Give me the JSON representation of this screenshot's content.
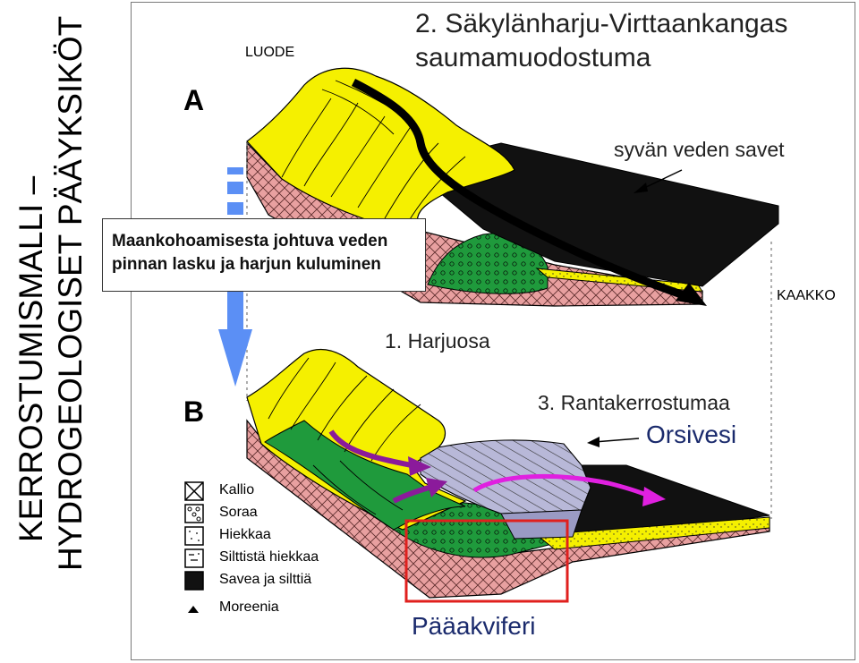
{
  "side_title": {
    "line1": "KERROSTUMISMALLI –",
    "line2": "HYDROGEOLOGISET PÄÄYKSIKÖT"
  },
  "title": {
    "line1": "2. Säkylänharju-Virttaankangas",
    "line2": "saumamuodostuma"
  },
  "panel_a": "A",
  "panel_b": "B",
  "direction_nw": "LUODE",
  "direction_se": "KAAKKO",
  "callout": {
    "line1": "Maankohoamisesta johtuva veden",
    "line2": "pinnan lasku ja harjun kuluminen"
  },
  "labels": {
    "deep_water_clays": "syvän veden savet",
    "esker_part": "1. Harjuosa",
    "shore_deposit": "3. Rantakerrostumaa",
    "perched_water": "Orsivesi",
    "main_aquifer": "Pääakviferi"
  },
  "legend": [
    {
      "icon": "bedrock-icon",
      "label": "Kallio"
    },
    {
      "icon": "gravel-icon",
      "label": "Soraa"
    },
    {
      "icon": "sand-icon",
      "label": "Hiekkaa"
    },
    {
      "icon": "silty-sand-icon",
      "label": "Silttistä hiekkaa"
    },
    {
      "icon": "clay-silt-icon",
      "label": "Savea ja silttiä"
    },
    {
      "icon": "moraine-icon",
      "label": "Moreenia"
    }
  ],
  "colors": {
    "sand": "#f5f000",
    "gravel": "#1f9a3c",
    "bedrock": "#e8a0a0",
    "clay": "#111111",
    "shore_deposit": "#b8b8d8",
    "accent_title": "#1a2a6c",
    "flow_arrow": "#8b1a9b",
    "highlight_box": "#e0201e",
    "down_arrow": "#5b8ff5"
  }
}
